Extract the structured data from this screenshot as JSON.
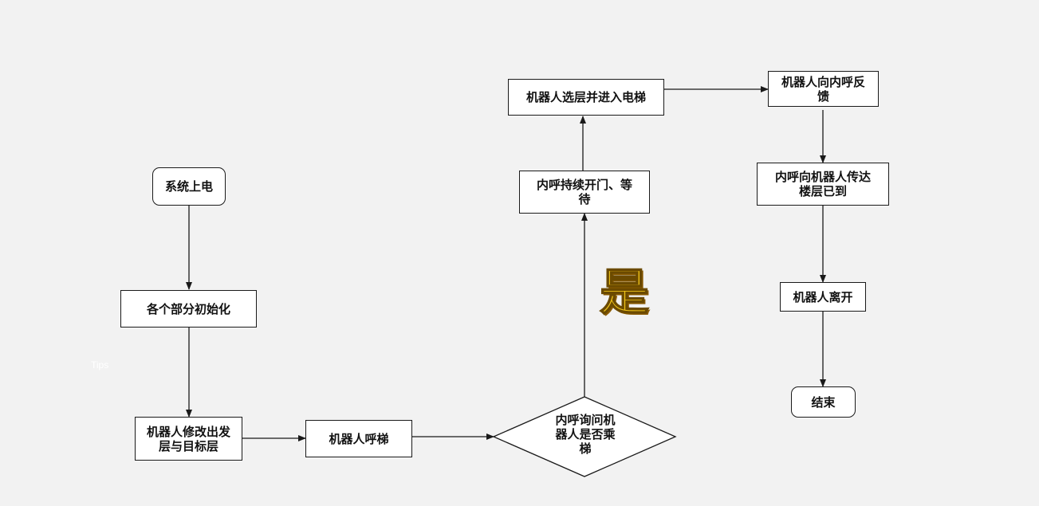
{
  "diagram": {
    "nodes": {
      "start": "系统上电",
      "init": "各个部分初始化",
      "set_floors": "机器人修改出发\n层与目标层",
      "call": "机器人呼梯",
      "ask": "内呼询问机\n器人是否乘\n梯",
      "hold_door": "内呼持续开门、等\n待",
      "enter": "机器人选层并进入电梯",
      "feedback": "机器人向内呼反\n馈",
      "arrived": "内呼向机器人传达\n楼层已到",
      "leave": "机器人离开",
      "end": "结束"
    },
    "yes_label": "是",
    "tips_label": "Tips"
  },
  "colors": {
    "background": "#f2f2f2",
    "box_fill": "#ffffff",
    "stroke": "#1a1a1a",
    "yes_label": "#f0c419"
  }
}
